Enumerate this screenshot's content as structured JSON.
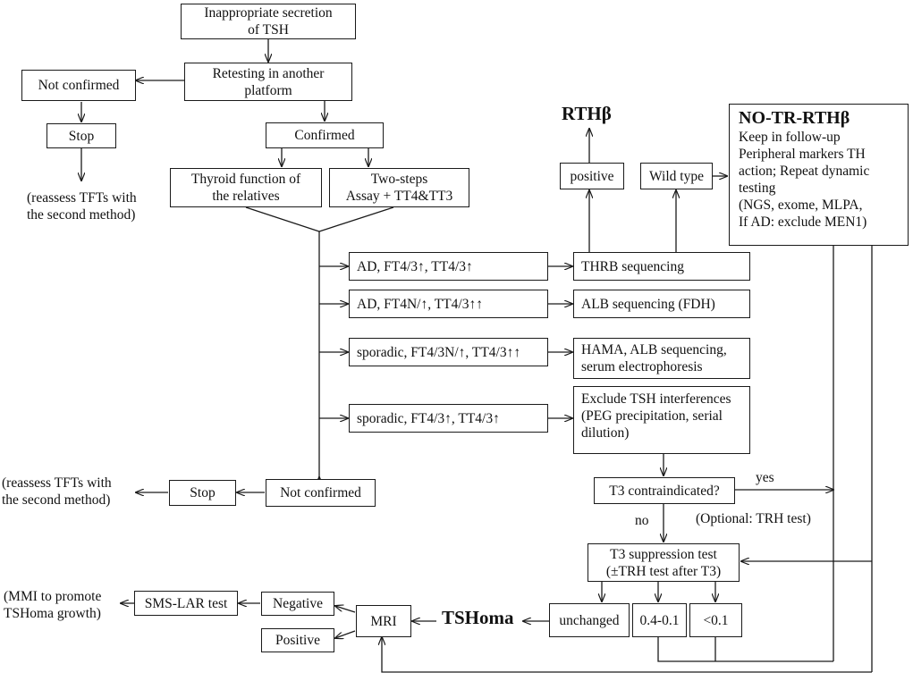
{
  "nodes": {
    "inappropriate": [
      "Inappropriate secretion",
      "of TSH"
    ],
    "retesting": [
      "Retesting in another",
      "platform"
    ],
    "not_confirmed_top": "Not confirmed",
    "stop_top": "Stop",
    "reassess_top": [
      "(reassess TFTs with",
      "the second method)"
    ],
    "confirmed": "Confirmed",
    "thyroid_relatives": [
      "Thyroid function of",
      "the relatives"
    ],
    "two_steps": [
      "Two-steps",
      "Assay + TT4&TT3"
    ],
    "ad_ft43_up": "AD, FT4/3↑, TT4/3↑",
    "ad_ft4n": "AD, FT4N/↑, TT4/3↑↑",
    "sporadic_n": "sporadic, FT4/3N/↑, TT4/3↑↑",
    "sporadic_up": "sporadic, FT4/3↑, TT4/3↑",
    "thrb": "THRB sequencing",
    "alb": "ALB sequencing  (FDH)",
    "hama": [
      "HAMA, ALB sequencing,",
      "serum electrophoresis"
    ],
    "exclude_tsh": [
      "Exclude TSH interferences",
      "(PEG precipitation, serial",
      "dilution)"
    ],
    "positive_top": "positive",
    "wild_type": "Wild type",
    "rthb": "RTHβ",
    "no_tr_rthb": "NO-TR-RTHβ",
    "no_tr_lines": [
      "Keep in follow-up",
      "Peripheral markers TH",
      "action; Repeat dynamic",
      "testing",
      "(NGS, exome, MLPA,",
      "If AD: exclude MEN1)"
    ],
    "not_confirmed_bottom": "Not confirmed",
    "stop_bottom": "Stop",
    "reassess_bottom": [
      "(reassess TFTs with",
      "the second method)"
    ],
    "t3_contra": "T3 contraindicated?",
    "yes": "yes",
    "no": "no",
    "optional_trh": "(Optional: TRH test)",
    "t3_suppression": [
      "T3 suppression test",
      "(±TRH test after T3)"
    ],
    "unchanged": "unchanged",
    "range_04": "0.4-0.1",
    "lt01": "<0.1",
    "tshoma": "TSHoma",
    "mri": "MRI",
    "negative": "Negative",
    "positive_bottom": "Positive",
    "sms_lar": "SMS-LAR test",
    "mmi": [
      "(MMI to promote",
      "TSHoma growth)"
    ]
  }
}
